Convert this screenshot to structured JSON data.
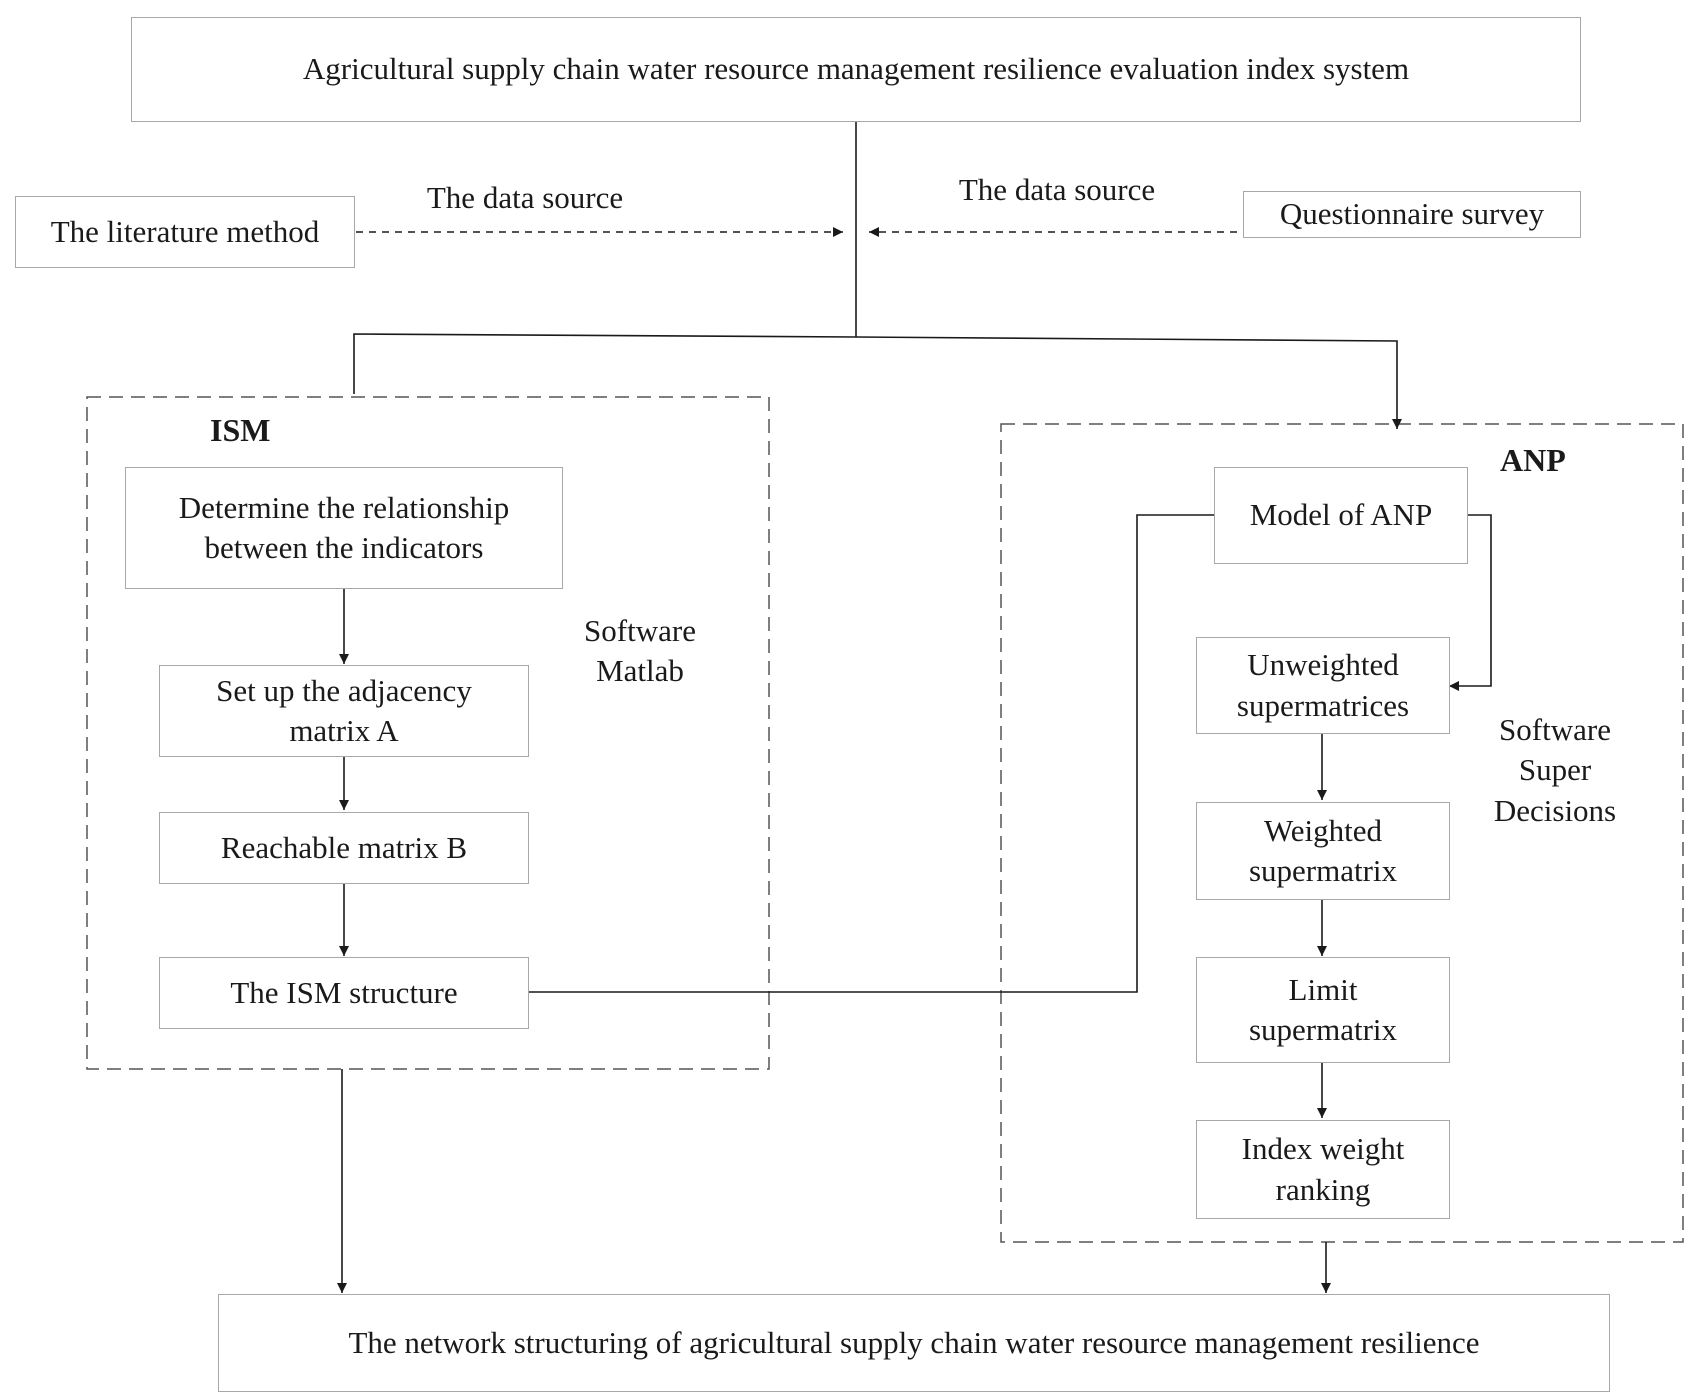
{
  "top_box": "Agricultural supply chain water resource management resilience  evaluation index system",
  "bottom_box": "The network structuring of agricultural supply chain water resource management resilience",
  "sources": {
    "left_box": "The literature method",
    "left_label": "The data source",
    "right_label": "The data source",
    "right_box": "Questionnaire survey"
  },
  "ism": {
    "title": "ISM",
    "software": "Software\nMatlab",
    "steps": [
      "Determine the relationship\nbetween the indicators",
      "Set up the adjacency\nmatrix A",
      "Reachable matrix B",
      "The ISM structure"
    ]
  },
  "anp": {
    "title": "ANP",
    "software": "Software\nSuper\nDecisions",
    "steps": [
      "Model of ANP",
      "Unweighted\nsupermatrices",
      "Weighted\nsupermatrix",
      "Limit\nsupermatrix",
      "Index weight\nranking"
    ]
  },
  "colors": {
    "box_border": "#a8a8a8",
    "line": "#1a1a1a",
    "dashed_frame": "#555555"
  }
}
